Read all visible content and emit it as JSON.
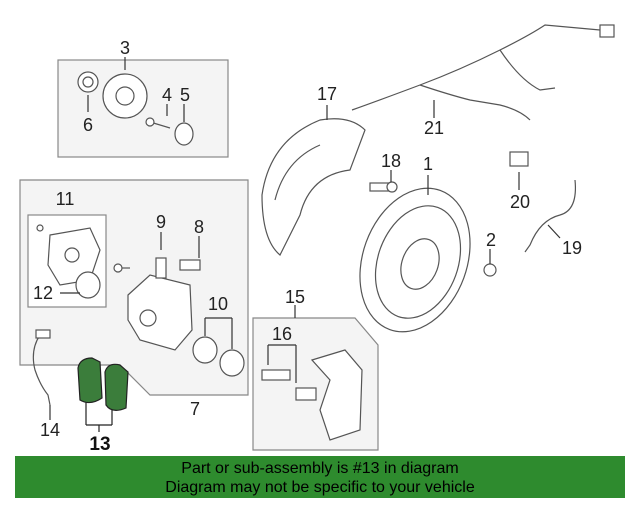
{
  "callouts": {
    "c1": "1",
    "c2": "2",
    "c3": "3",
    "c4": "4",
    "c5": "5",
    "c6": "6",
    "c7": "7",
    "c8": "8",
    "c9": "9",
    "c10": "10",
    "c11": "11",
    "c12": "12",
    "c13": "13",
    "c14": "14",
    "c15": "15",
    "c16": "16",
    "c17": "17",
    "c18": "18",
    "c19": "19",
    "c20": "20",
    "c21": "21"
  },
  "highlight": {
    "part_number": "13",
    "color": "#2e8b2e"
  },
  "banner": {
    "line1": "Part or sub-assembly is #13 in diagram",
    "line2": "Diagram may not be specific to your vehicle"
  }
}
